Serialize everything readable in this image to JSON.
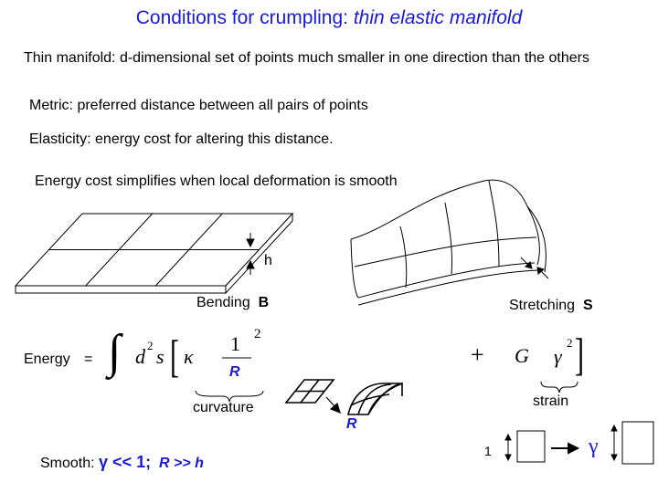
{
  "title": {
    "main": "Conditions for crumpling: ",
    "emph": "thin elastic manifold"
  },
  "lines": {
    "manifold": "Thin manifold: d-dimensional set of points much smaller in one direction than the others",
    "metric": "Metric: preferred distance between all pairs of points",
    "elasticity": "Elasticity: energy cost for altering this distance.",
    "energy_cost": "Energy cost simplifies when local deformation is smooth"
  },
  "bending": {
    "label": "Bending",
    "symbol": "B",
    "thickness": "h"
  },
  "stretching": {
    "label": "Stretching",
    "symbol": "S"
  },
  "energy": {
    "label": "Energy",
    "equals": "=",
    "integral": "∫",
    "measure_d": "d",
    "measure_exp": "2",
    "measure_s": "s",
    "open_bracket": "[",
    "kappa": "κ",
    "numerator": "1",
    "denominator": "R",
    "power": "2",
    "plus": "+",
    "G": "G",
    "gamma": "γ",
    "gamma_exp": "2",
    "close_bracket": "]",
    "curvature_label": "curvature",
    "strain_label": "strain"
  },
  "sketch": {
    "radius_label": "R",
    "side_one": "1",
    "gamma": "γ"
  },
  "smooth": {
    "label": "Smooth:",
    "cond1": "γ << 1;",
    "cond2": "R >> h"
  }
}
